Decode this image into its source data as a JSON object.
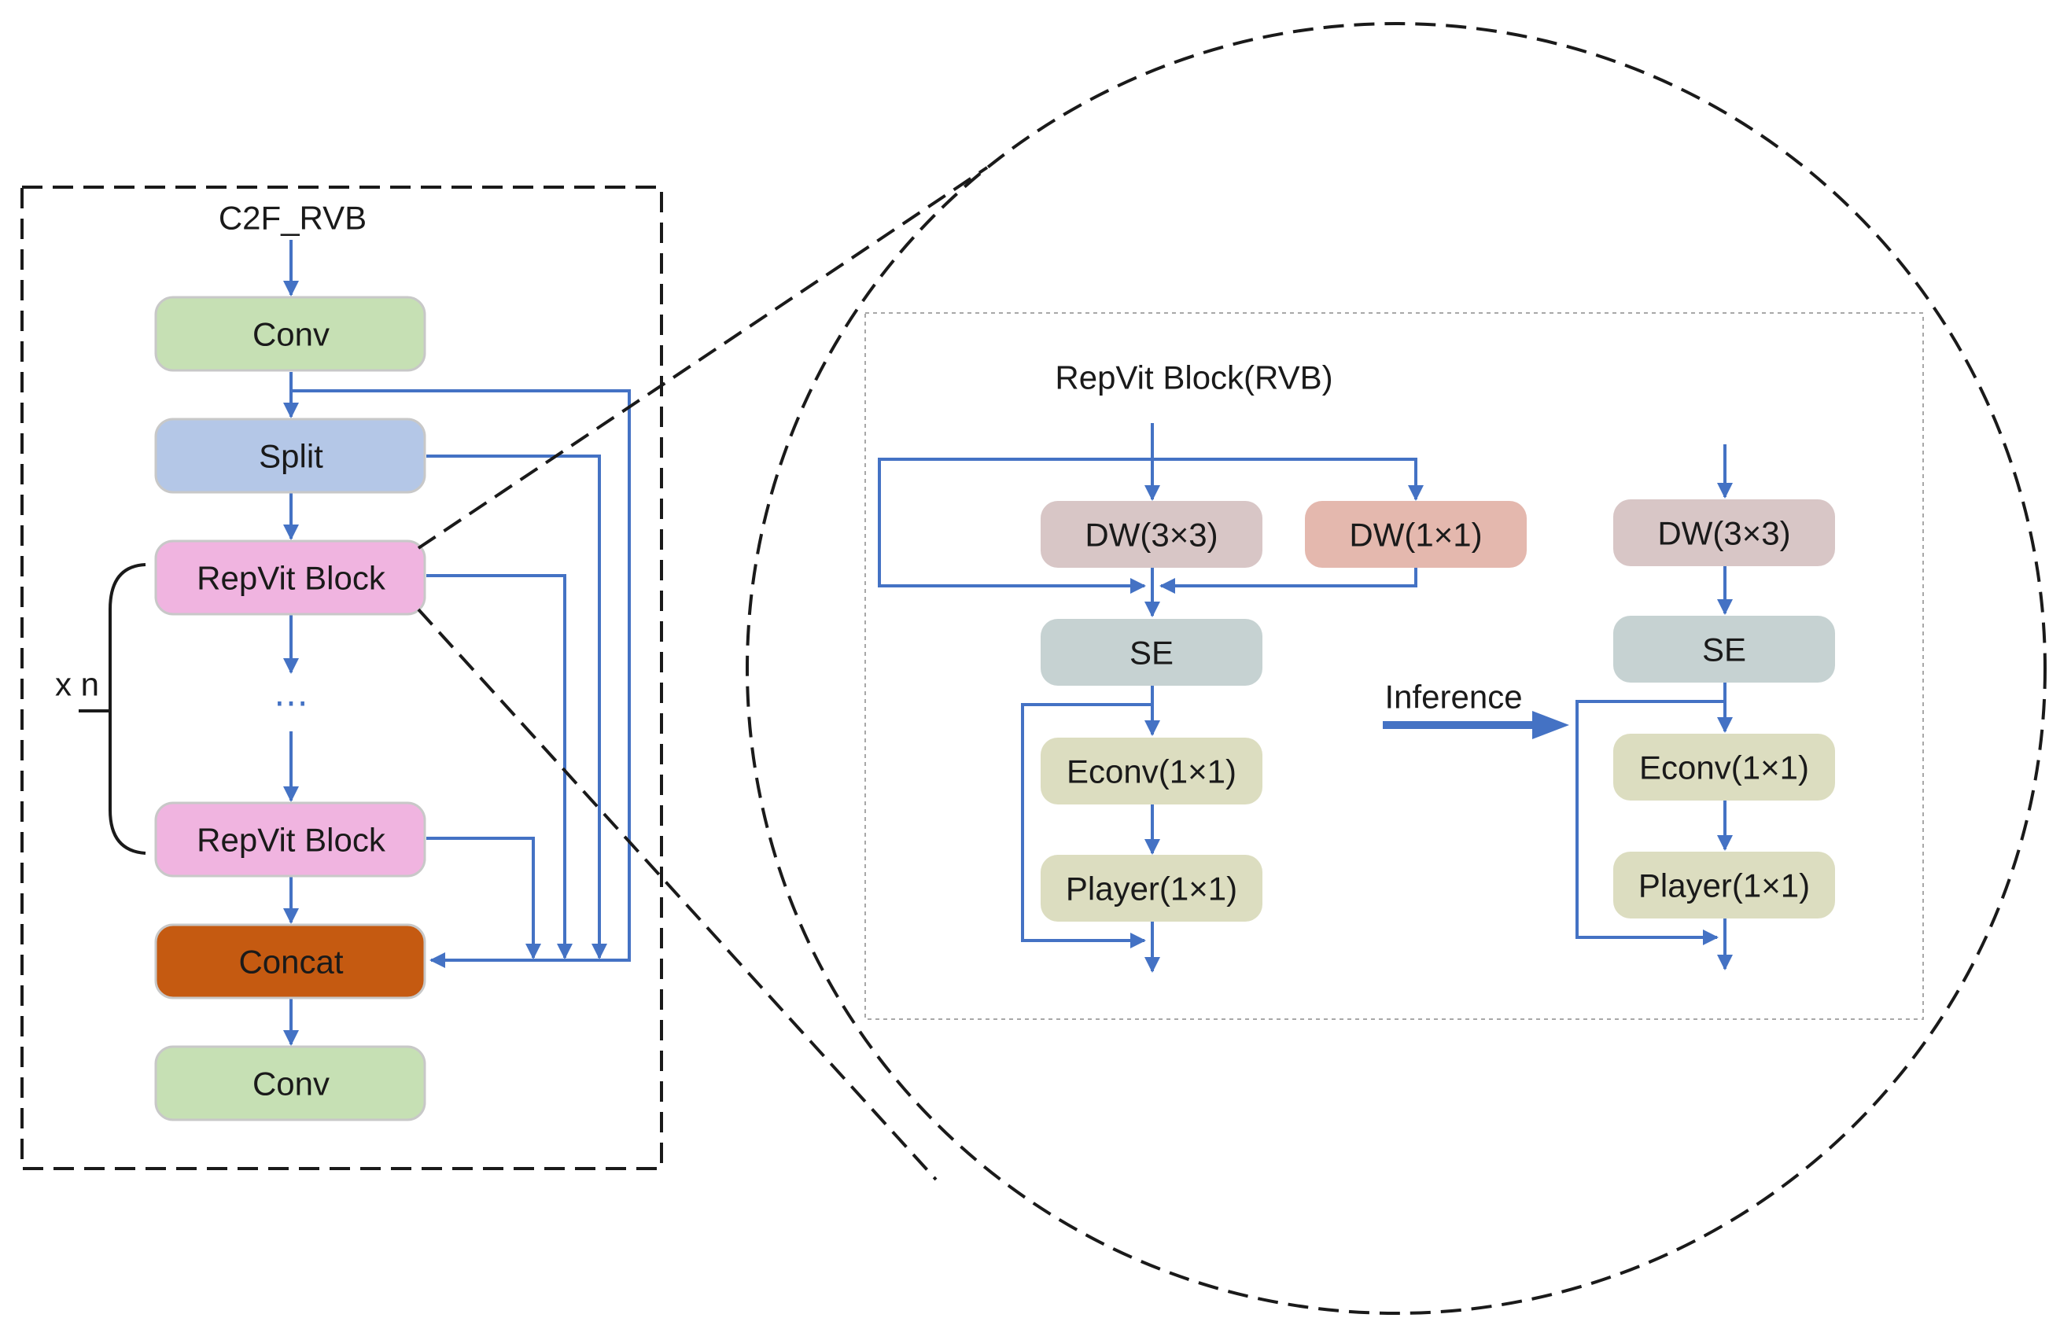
{
  "left_panel": {
    "title": "C2F_RVB",
    "repeat_label": "x n",
    "ellipsis": "⋯",
    "nodes": {
      "conv_top": "Conv",
      "split": "Split",
      "repvit_1": "RepVit Block",
      "repvit_n": "RepVit Block",
      "concat": "Concat",
      "conv_bottom": "Conv"
    }
  },
  "right_panel": {
    "title": "RepVit Block(RVB)",
    "inference_label": "Inference",
    "training": {
      "dw3": "DW(3×3)",
      "dw1": "DW(1×1)",
      "se": "SE",
      "econv": "Econv(1×1)",
      "player": "Player(1×1)"
    },
    "inference": {
      "dw3": "DW(3×3)",
      "se": "SE",
      "econv": "Econv(1×1)",
      "player": "Player(1×1)"
    }
  },
  "colors": {
    "conv": "#c6e0b4",
    "split": "#b4c7e7",
    "repvit": "#f0b4e0",
    "concat": "#c55a11",
    "dw3": "#d8c6c6",
    "dw1": "#e4b8ae",
    "se": "#c6d2d2",
    "econv_player": "#dcddc0",
    "arrow": "#4472c4"
  }
}
